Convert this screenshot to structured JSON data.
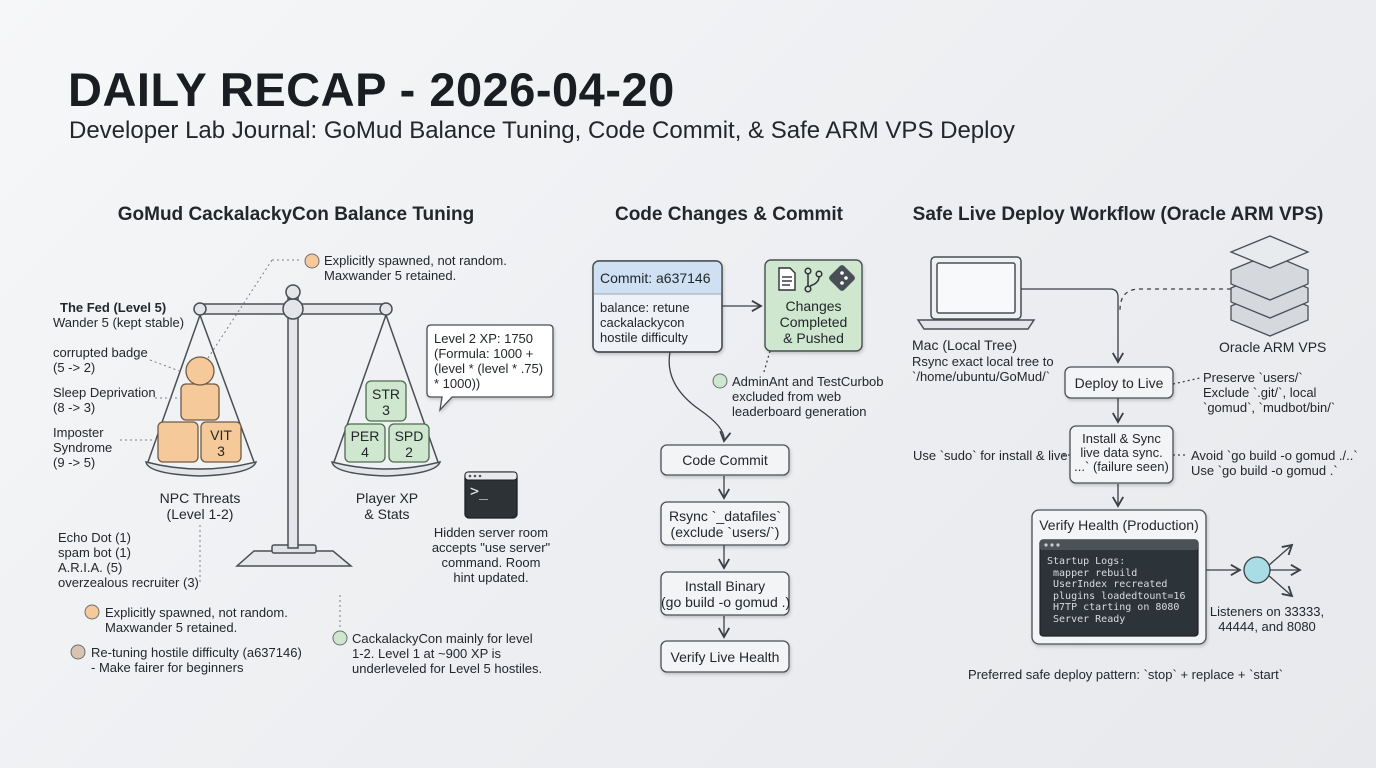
{
  "header": {
    "title": "DAILY RECAP - 2026-04-20",
    "subtitle": "Developer Lab Journal: GoMud Balance Tuning, Code Commit, & Safe ARM VPS Deploy"
  },
  "balance": {
    "heading": "GoMud CackalackyCon Balance Tuning",
    "top_note": "Explicitly spawned, not random.\nMaxwander 5 retained.",
    "fed_title": "The Fed (Level 5)",
    "fed_sub": "Wander 5 (kept stable)",
    "threats": [
      "corrupted badge\n(5 -> 2)",
      "Sleep Deprivation\n(8 -> 3)",
      "Imposter\nSyndrome\n(9 -> 5)"
    ],
    "vit_label": "VIT\n3",
    "npc_label": "NPC Threats\n(Level 1-2)",
    "player_label": "Player XP\n& Stats",
    "str_label": "STR\n3",
    "per_label": "PER\n4",
    "spd_label": "SPD\n2",
    "xp_callout": "Level 2 XP: 1750\n(Formula: 1000 +\n(level * (level * .75)\n* 1000))",
    "terminal_prompt": ">_",
    "server_room_note": "Hidden server room\naccepts \"use server\"\ncommand. Room\nhint updated.",
    "npc_list": "Echo Dot (1)\nspam bot (1)\nA.R.I.A. (5)\noverzealous recruiter (3)",
    "legend": [
      {
        "text": "Explicitly spawned, not random.\nMaxwander 5 retained.",
        "color": "#f6c99a"
      },
      {
        "text": "Re-tuning hostile difficulty (a637146)\n- Make fairer for beginners",
        "color": "#d8c4b0"
      },
      {
        "text": "CackalackyCon mainly for level\n1-2. Level 1 at ~900 XP is\nunderleveled for Level 5 hostiles.",
        "color": "#cfe6cf"
      }
    ]
  },
  "commit": {
    "heading": "Code Changes & Commit",
    "commit_title": "Commit: a637146",
    "commit_body": "balance: retune\ncackalackycon\nhostile difficulty",
    "changes_label": "Changes\nCompleted\n& Pushed",
    "admin_note": "AdminAnt and TestCurbob\nexcluded from web\nleaderboard generation",
    "steps": [
      "Code Commit",
      "Rsync `_datafiles`\n(exclude `users/`)",
      "Install Binary\n(go build -o gomud .)",
      "Verify Live Health"
    ]
  },
  "deploy": {
    "heading": "Safe Live Deploy Workflow (Oracle ARM VPS)",
    "mac_title": "Mac (Local Tree)",
    "mac_desc": "Rsync exact local tree to\n`/home/ubuntu/GoMud/`",
    "vps_label": "Oracle ARM VPS",
    "deploy_step": "Deploy to Live",
    "deploy_note": "Preserve `users/`\nExclude `.git/`, local\n`gomud`, `mudbot/bin/`",
    "install_step": "Install & Sync\nlive data sync.\n...` (failure seen)",
    "sudo_note": "Use `sudo` for install & live",
    "avoid_note": "Avoid `go build -o gomud ./..`\nUse `go build -o gomud .`",
    "verify_title": "Verify Health (Production)",
    "logs": "Startup Logs:\n mapper rebuild\n UserIndex recreated\n plugins loadedtount=16\n H7TP ctarting on 8080\n Server Ready",
    "listeners": "Listeners on 33333,\n44444, and 8080",
    "footer": "Preferred safe deploy pattern: `stop` + replace + `start`"
  },
  "colors": {
    "accent_blue": "#cfe0f3",
    "accent_green": "#cfe6cf",
    "accent_orange": "#f6c99a",
    "ink": "#23272b",
    "node_teal": "#a9dde6"
  },
  "icons": [
    "document-icon",
    "branch-icon",
    "git-icon",
    "laptop-icon",
    "server-icon",
    "terminal-icon",
    "network-icon"
  ]
}
